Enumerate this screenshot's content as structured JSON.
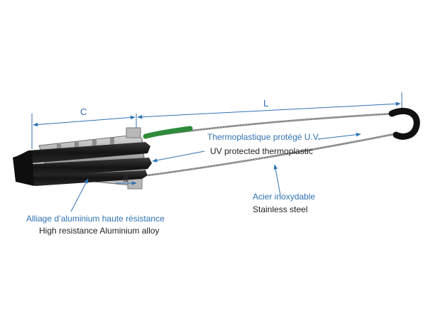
{
  "dimensions": {
    "c": "C",
    "l": "L",
    "d": "d"
  },
  "labels": {
    "thermoplastic_fr": "Thermoplastique protégé U.V.",
    "thermoplastic_en": "UV protected thermoplastic",
    "steel_fr": "Acier inoxydable",
    "steel_en": "Stainless steel",
    "alloy_fr": "Alliage d’aluminium haute résistance",
    "alloy_en": "High resistance Aluminium alloy"
  },
  "colors": {
    "annotation_blue": "#2f72b4",
    "text_black": "#222222",
    "body_black": "#1c1c1c",
    "sleeve_green": "#2e8b3a",
    "cable_steel": "#8a8a8a"
  }
}
